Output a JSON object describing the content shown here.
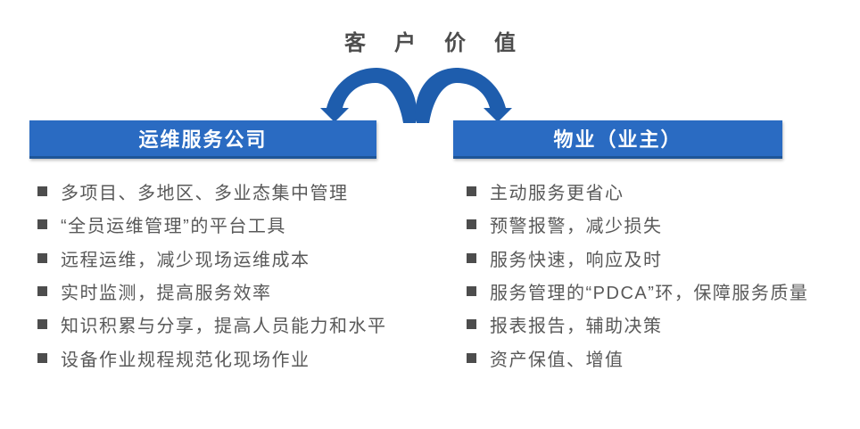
{
  "title": "客户价值",
  "colors": {
    "box_blue": "#2a6bc2",
    "box_edge": "#1e5598",
    "arrow_blue": "#1e5dad",
    "title_gray": "#4d4d4d",
    "text_gray": "#595959",
    "bullet_gray": "#4d4d4d",
    "background": "#ffffff"
  },
  "icons": {
    "bullet": "filled-square",
    "left_arrow": "curved-arrow-down-left",
    "right_arrow": "curved-arrow-down-right"
  },
  "left_panel": {
    "header": "运维服务公司",
    "items": [
      "多项目、多地区、多业态集中管理",
      "“全员运维管理”的平台工具",
      "远程运维，减少现场运维成本",
      "实时监测，提高服务效率",
      "知识积累与分享，提高人员能力和水平",
      "设备作业规程规范化现场作业"
    ]
  },
  "right_panel": {
    "header": "物业（业主）",
    "items": [
      "主动服务更省心",
      "预警报警，减少损失",
      "服务快速，响应及时",
      "服务管理的“PDCA”环，保障服务质量",
      "报表报告，辅助决策",
      "资产保值、增值"
    ]
  }
}
